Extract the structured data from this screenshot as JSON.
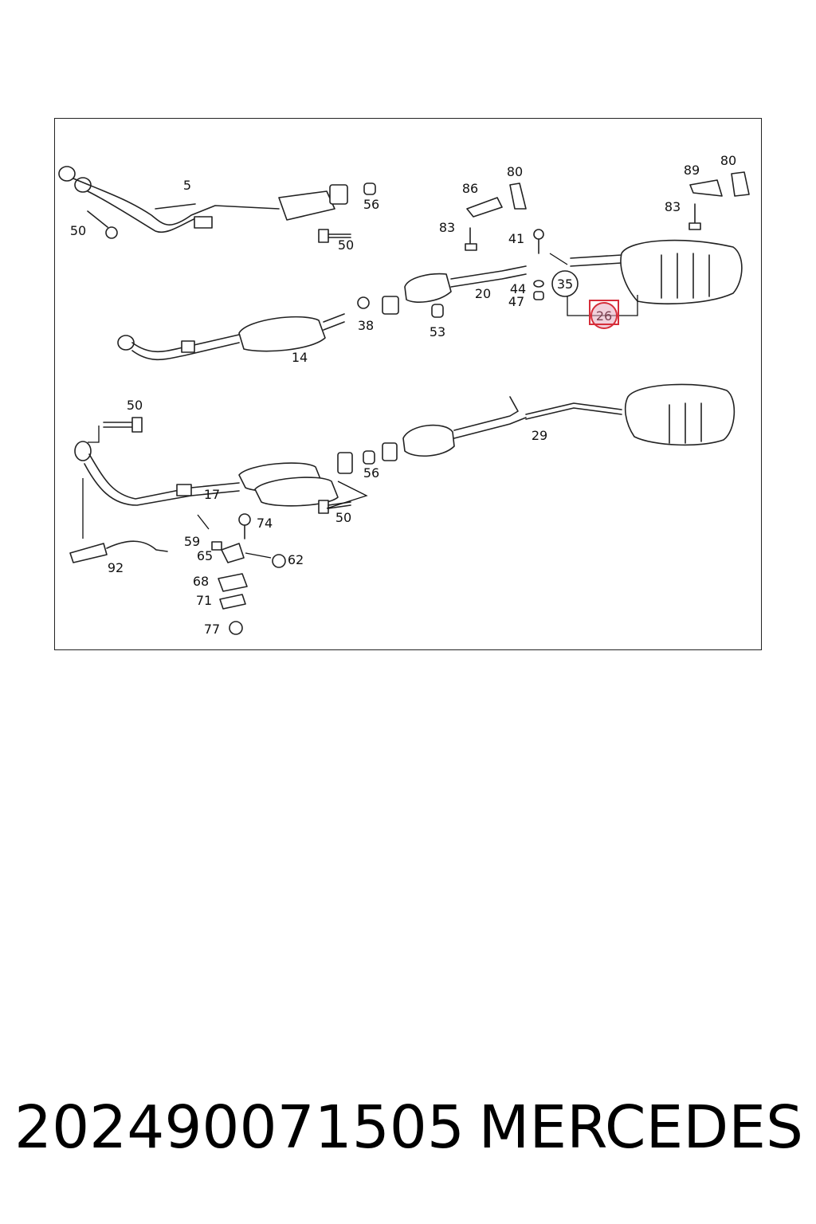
{
  "callouts": {
    "c5": "5",
    "c50a": "50",
    "c56a": "56",
    "c50b": "50",
    "c86": "86",
    "c80a": "80",
    "c83a": "83",
    "c41": "41",
    "c89": "89",
    "c80b": "80",
    "c83b": "83",
    "c35": "35",
    "c20": "20",
    "c44": "44",
    "c47": "47",
    "c26": "26",
    "c38": "38",
    "c53": "53",
    "c14": "14",
    "c50c": "50",
    "c29": "29",
    "c56b": "56",
    "c17": "17",
    "c50d": "50",
    "c74": "74",
    "c59": "59",
    "c65": "65",
    "c62": "62",
    "c68": "68",
    "c71": "71",
    "c77": "77",
    "c92": "92"
  },
  "highlight_callout": "26",
  "footer": {
    "part_number": "202490071505",
    "brand": "MERCEDES"
  },
  "colors": {
    "highlight_stroke": "#d62e3a",
    "highlight_fill": "#e6aabe"
  }
}
